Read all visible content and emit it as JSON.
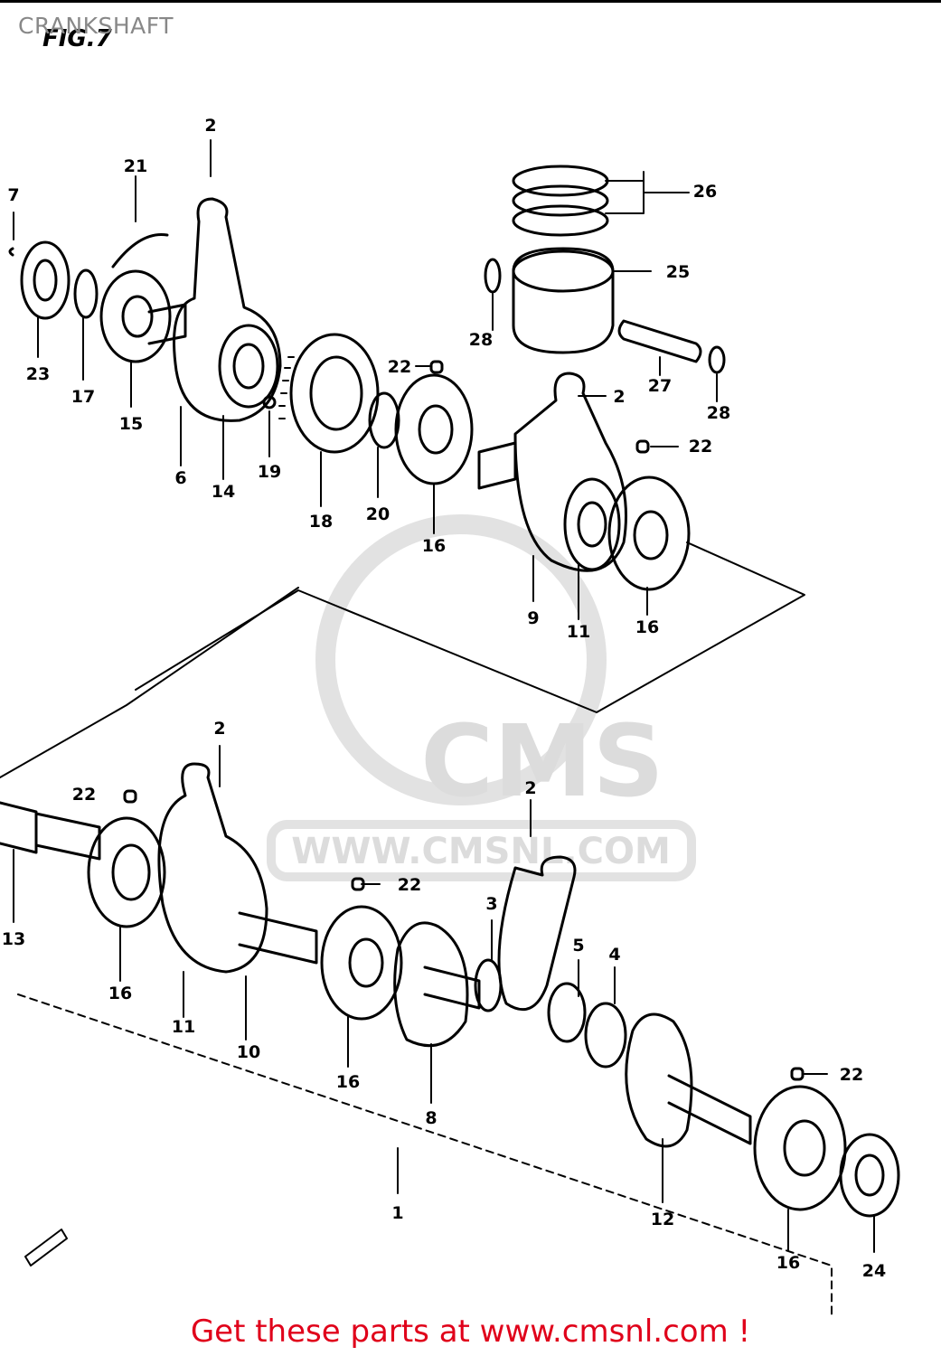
{
  "header": {
    "title": "CRANKSHAFT",
    "figure": "FIG.7"
  },
  "watermark": {
    "logo_text": "CMS",
    "url_text": "WWW.CMSNL.COM"
  },
  "callouts": [
    "1",
    "2",
    "3",
    "4",
    "5",
    "6",
    "7",
    "8",
    "9",
    "10",
    "11",
    "12",
    "13",
    "14",
    "15",
    "16",
    "17",
    "18",
    "19",
    "20",
    "21",
    "22",
    "23",
    "24",
    "25",
    "26",
    "27",
    "28"
  ],
  "footer": {
    "cta_text": "Get these parts at www.cmsnl.com !"
  },
  "colors": {
    "line": "#000000",
    "watermark": "#dcdcdc",
    "cta": "#e0001a"
  }
}
